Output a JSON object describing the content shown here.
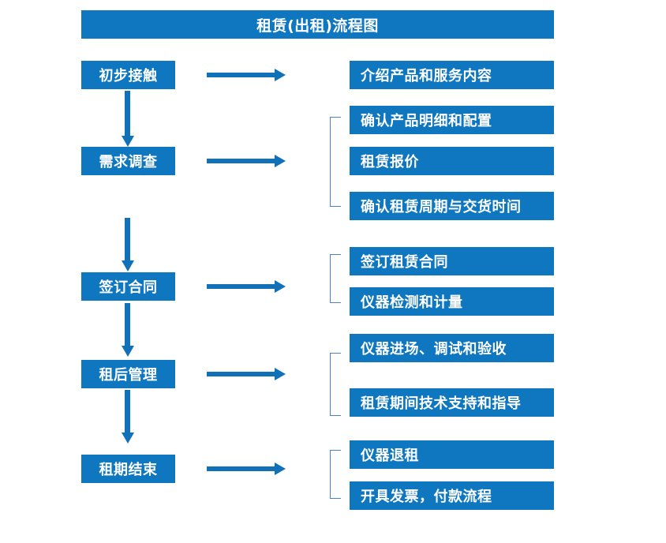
{
  "diagram": {
    "title": "租赁(出租)流程图",
    "accent_color": "#0f76c0",
    "arrow_color": "#1070b8",
    "bracket_color": "#4f81bd",
    "stages": [
      {
        "label": "初步接触"
      },
      {
        "label": "需求调查"
      },
      {
        "label": "签订合同"
      },
      {
        "label": "租后管理"
      },
      {
        "label": "租期结束"
      }
    ],
    "details": [
      {
        "label": "介绍产品和服务内容"
      },
      {
        "label": "确认产品明细和配置"
      },
      {
        "label": "租赁报价"
      },
      {
        "label": "确认租赁周期与交货时间"
      },
      {
        "label": "签订租赁合同"
      },
      {
        "label": "仪器检测和计量"
      },
      {
        "label": "仪器进场、调试和验收"
      },
      {
        "label": "租赁期间技术支持和指导"
      },
      {
        "label": "仪器退租"
      },
      {
        "label": "开具发票，付款流程"
      }
    ]
  }
}
